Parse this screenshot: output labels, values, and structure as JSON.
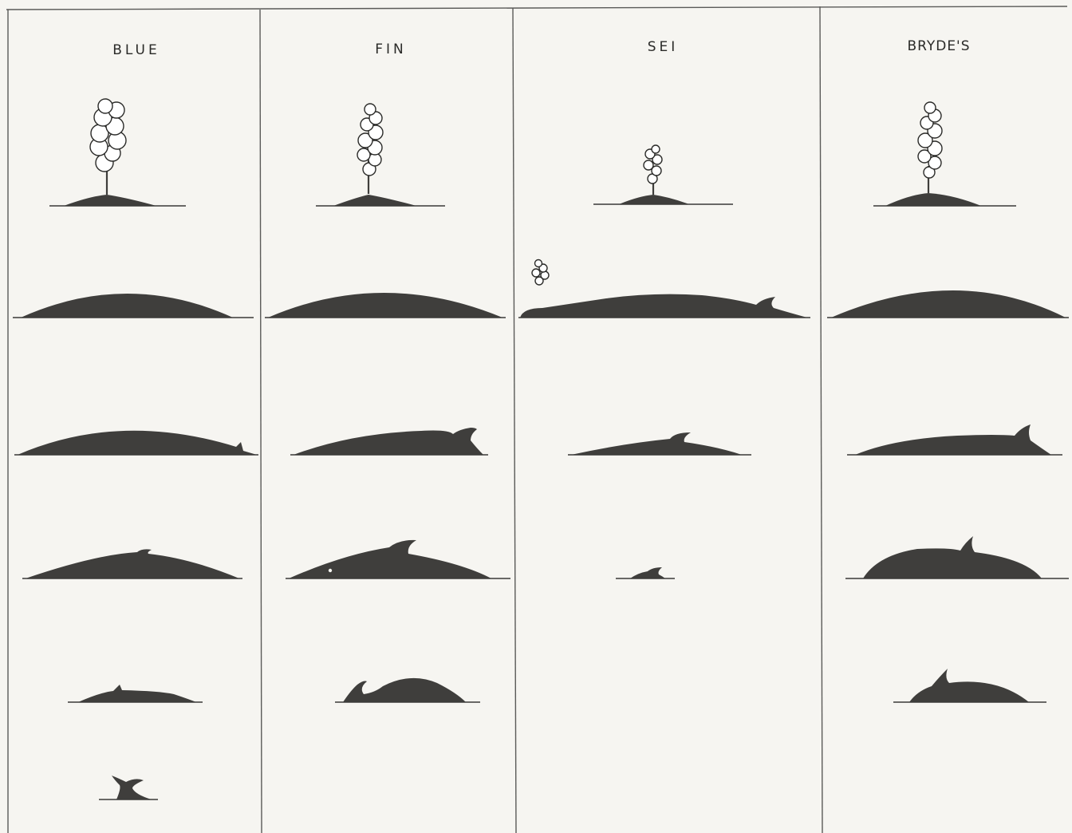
{
  "columns": [
    {
      "id": "blue",
      "name": "BLUE"
    },
    {
      "id": "fin",
      "name": "FIN"
    },
    {
      "id": "sei",
      "name": "SEI"
    },
    {
      "id": "brydes",
      "name": "BRYDE'S"
    }
  ],
  "colors": {
    "background": "#f6f5f1",
    "silhouette": "#3f3e3c",
    "line": "#3a3a38"
  }
}
